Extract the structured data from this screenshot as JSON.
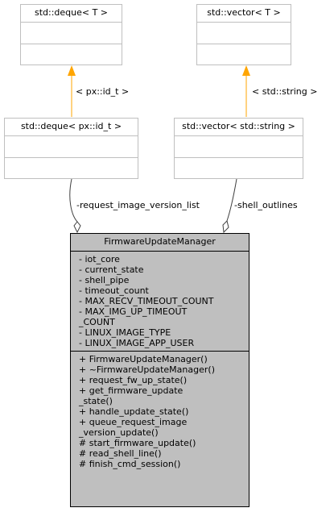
{
  "classes": {
    "deque_t": {
      "name": "std::deque< T >"
    },
    "vector_t": {
      "name": "std::vector< T >"
    },
    "deque_id": {
      "name": "std::deque< px::id_t >"
    },
    "vector_string": {
      "name": "std::vector< std::string >"
    },
    "manager": {
      "name": "FirmwareUpdateManager",
      "attributes": [
        "- iot_core",
        "- current_state",
        "- shell_pipe",
        "- timeout_count",
        "- MAX_RECV_TIMEOUT_COUNT",
        "- MAX_IMG_UP_TIMEOUT",
        "_COUNT",
        "- LINUX_IMAGE_TYPE",
        "- LINUX_IMAGE_APP_USER"
      ],
      "methods": [
        "+ FirmwareUpdateManager()",
        "+ ~FirmwareUpdateManager()",
        "+ request_fw_up_state()",
        "+ get_firmware_update",
        "_state()",
        "+ handle_update_state()",
        "+ queue_request_image",
        "_version_update()",
        "# start_firmware_update()",
        "# read_shell_line()",
        "# finish_cmd_session()"
      ]
    }
  },
  "edges": {
    "deque_template_arg": "< px::id_t >",
    "vector_template_arg": "< std::string >",
    "deque_role": "-request_image_version_list",
    "vector_role": "-shell_outlines"
  },
  "colors": {
    "template_arrow": "#ffa500",
    "composition": "#404040",
    "main_fill": "#bfbfbf",
    "box_border": "#bfbfbf"
  }
}
